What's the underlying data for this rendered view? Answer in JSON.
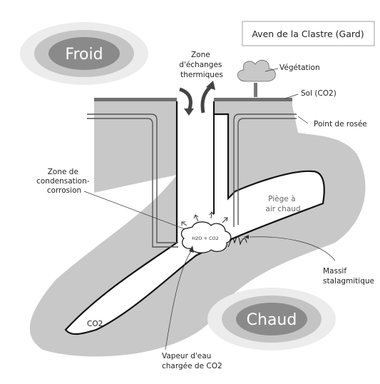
{
  "title": "Aven de la Clastre (Gard)",
  "cold_zone": {
    "label": "Froid"
  },
  "hot_zone": {
    "label": "Chaud"
  },
  "labels": {
    "exchange_zone": [
      "Zone",
      "d'échanges",
      "thermiques"
    ],
    "vegetation": "Végétation",
    "soil": "Sol (CO2)",
    "dew_point": "Point de rosée",
    "condensation_zone": [
      "Zone de",
      "condensation-",
      "corrosion"
    ],
    "hot_air_trap": [
      "Piège à",
      "air chaud"
    ],
    "stalagmitic_mass": [
      "Massif",
      "stalagmitique"
    ],
    "cloud": "H2O + CO2",
    "co2": "CO2",
    "vapor": [
      "Vapeur d'eau",
      "chargée de CO2"
    ]
  },
  "colors": {
    "rock": "#c8c8c8",
    "cave_outline": "#111111",
    "soil_band": "#6f6f6f",
    "halo_outer": "#ececec",
    "halo_mid": "#c4c4c4",
    "halo_inner": "#8a8a8a"
  }
}
